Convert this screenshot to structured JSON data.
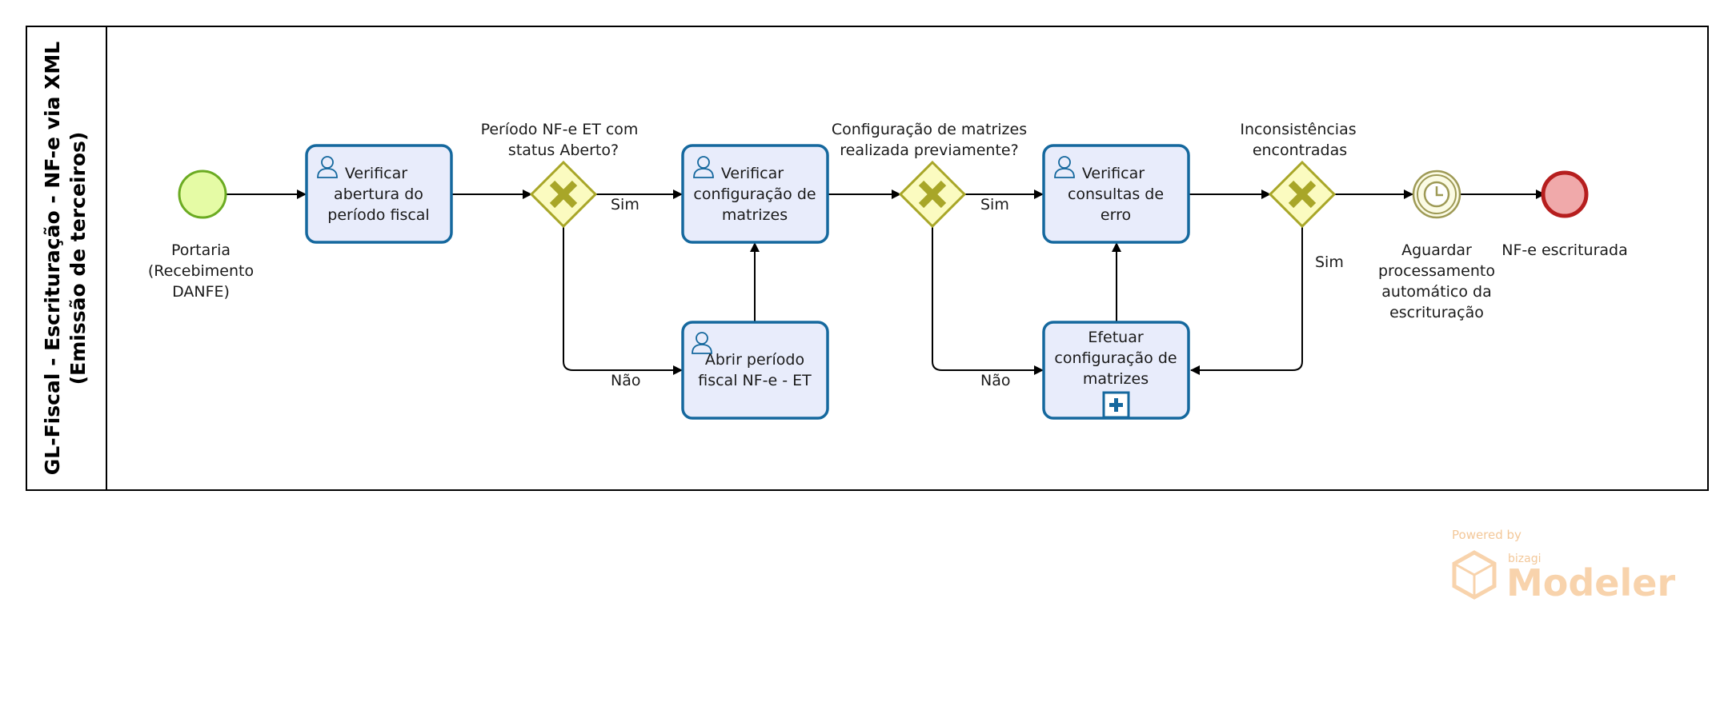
{
  "pool": {
    "title_line1": "GL-Fiscal - Escrituração - NF-e via XML",
    "title_line2": "(Emissão de terceiros)"
  },
  "start_event": {
    "label": [
      "Portaria",
      "(Recebimento",
      "DANFE)"
    ]
  },
  "tasks": {
    "verificar_abertura": {
      "lines": [
        "Verificar",
        "abertura do",
        "período fiscal"
      ],
      "icon": "user-icon"
    },
    "verificar_config": {
      "lines": [
        "Verificar",
        "configuração de",
        "matrizes"
      ],
      "icon": "user-icon"
    },
    "abrir_periodo": {
      "lines": [
        "Abrir período",
        "fiscal NF-e - ET"
      ],
      "icon": "user-icon"
    },
    "verificar_consultas": {
      "lines": [
        "Verificar",
        "consultas de",
        "erro"
      ],
      "icon": "user-icon"
    },
    "efetuar_config": {
      "lines": [
        "Efetuar",
        "configuração de",
        "matrizes"
      ],
      "icon": "subprocess-plus-icon"
    }
  },
  "gateways": {
    "g1": {
      "question": [
        "Período NF-e ET com",
        "status Aberto?"
      ]
    },
    "g2": {
      "question": [
        "Configuração de matrizes",
        "realizada previamente?"
      ]
    },
    "g3": {
      "question": [
        "Inconsistências",
        "encontradas"
      ]
    }
  },
  "flows": {
    "g1_sim": "Sim",
    "g1_nao": "Não",
    "g2_sim": "Sim",
    "g2_nao": "Não",
    "g3_sim": "Sim"
  },
  "timer_event": {
    "label": [
      "Aguardar",
      "processamento",
      "automático da",
      "escrituração"
    ],
    "icon": "clock-icon"
  },
  "end_event": {
    "label": [
      "NF-e escriturada"
    ]
  },
  "watermark": {
    "powered_by": "Powered by",
    "brand": "bizagi",
    "product": "Modeler"
  },
  "colors": {
    "task_fill": "#e8ecfb",
    "task_stroke": "#15689e",
    "gateway_fill": "#fbfbc0",
    "gateway_stroke": "#a8a628",
    "start_fill": "#e5fba5",
    "start_stroke": "#6bab22",
    "end_fill": "#f0a9aa",
    "end_stroke": "#b61e1e",
    "timer_fill": "#fbfbe4",
    "timer_stroke": "#9e9a56"
  }
}
